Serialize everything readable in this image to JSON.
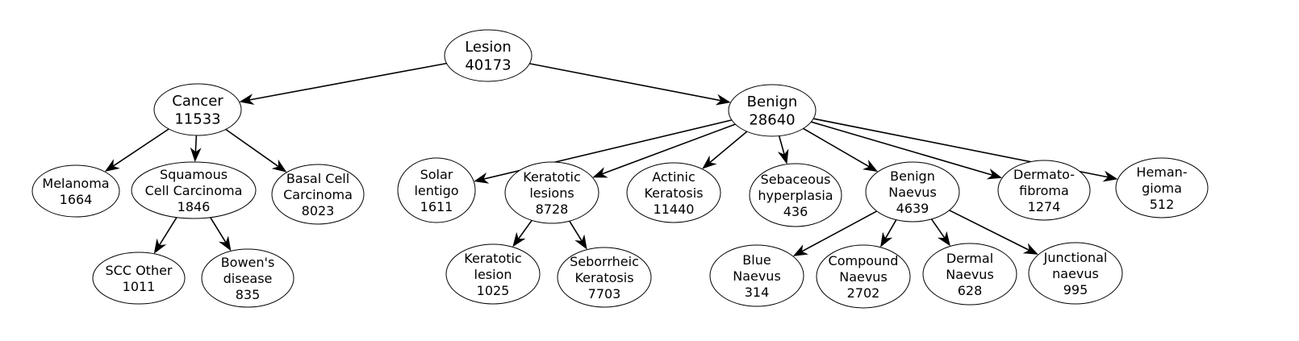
{
  "diagram": {
    "nodes": [
      {
        "id": "lesion",
        "lines": [
          "Lesion",
          "40173"
        ]
      },
      {
        "id": "cancer",
        "lines": [
          "Cancer",
          "11533"
        ]
      },
      {
        "id": "benign",
        "lines": [
          "Benign",
          "28640"
        ]
      },
      {
        "id": "melanoma",
        "lines": [
          "Melanoma",
          "1664"
        ]
      },
      {
        "id": "squamous-cell-carcinoma",
        "lines": [
          "Squamous",
          "Cell Carcinoma",
          "1846"
        ]
      },
      {
        "id": "basal-cell-carcinoma",
        "lines": [
          "Basal Cell",
          "Carcinoma",
          "8023"
        ]
      },
      {
        "id": "scc-other",
        "lines": [
          "SCC Other",
          "1011"
        ]
      },
      {
        "id": "bowens-disease",
        "lines": [
          "Bowen's",
          "disease",
          "835"
        ]
      },
      {
        "id": "solar-lentigo",
        "lines": [
          "Solar",
          "lentigo",
          "1611"
        ]
      },
      {
        "id": "keratotic-lesions",
        "lines": [
          "Keratotic",
          "lesions",
          "8728"
        ]
      },
      {
        "id": "actinic-keratosis",
        "lines": [
          "Actinic",
          "Keratosis",
          "11440"
        ]
      },
      {
        "id": "sebaceous-hyperplasia",
        "lines": [
          "Sebaceous",
          "hyperplasia",
          "436"
        ]
      },
      {
        "id": "benign-naevus",
        "lines": [
          "Benign",
          "Naevus",
          "4639"
        ]
      },
      {
        "id": "dermatofibroma",
        "lines": [
          "Dermato-",
          "fibroma",
          "1274"
        ]
      },
      {
        "id": "hemangioma",
        "lines": [
          "Heman-",
          "gioma",
          "512"
        ]
      },
      {
        "id": "keratotic-lesion",
        "lines": [
          "Keratotic",
          "lesion",
          "1025"
        ]
      },
      {
        "id": "seborrheic-keratosis",
        "lines": [
          "Seborrheic",
          "Keratosis",
          "7703"
        ]
      },
      {
        "id": "blue-naevus",
        "lines": [
          "Blue",
          "Naevus",
          "314"
        ]
      },
      {
        "id": "compound-naevus",
        "lines": [
          "Compound",
          "Naevus",
          "2702"
        ]
      },
      {
        "id": "dermal-naevus",
        "lines": [
          "Dermal",
          "Naevus",
          "628"
        ]
      },
      {
        "id": "junctional-naevus",
        "lines": [
          "Junctional",
          "naevus",
          "995"
        ]
      }
    ],
    "edges": [
      {
        "from": "lesion",
        "to": "cancer"
      },
      {
        "from": "lesion",
        "to": "benign"
      },
      {
        "from": "cancer",
        "to": "melanoma"
      },
      {
        "from": "cancer",
        "to": "squamous-cell-carcinoma"
      },
      {
        "from": "cancer",
        "to": "basal-cell-carcinoma"
      },
      {
        "from": "squamous-cell-carcinoma",
        "to": "scc-other"
      },
      {
        "from": "squamous-cell-carcinoma",
        "to": "bowens-disease"
      },
      {
        "from": "benign",
        "to": "solar-lentigo"
      },
      {
        "from": "benign",
        "to": "keratotic-lesions"
      },
      {
        "from": "benign",
        "to": "actinic-keratosis"
      },
      {
        "from": "benign",
        "to": "sebaceous-hyperplasia"
      },
      {
        "from": "benign",
        "to": "benign-naevus"
      },
      {
        "from": "benign",
        "to": "dermatofibroma"
      },
      {
        "from": "benign",
        "to": "hemangioma"
      },
      {
        "from": "keratotic-lesions",
        "to": "keratotic-lesion"
      },
      {
        "from": "keratotic-lesions",
        "to": "seborrheic-keratosis"
      },
      {
        "from": "benign-naevus",
        "to": "blue-naevus"
      },
      {
        "from": "benign-naevus",
        "to": "compound-naevus"
      },
      {
        "from": "benign-naevus",
        "to": "dermal-naevus"
      },
      {
        "from": "benign-naevus",
        "to": "junctional-naevus"
      }
    ]
  }
}
